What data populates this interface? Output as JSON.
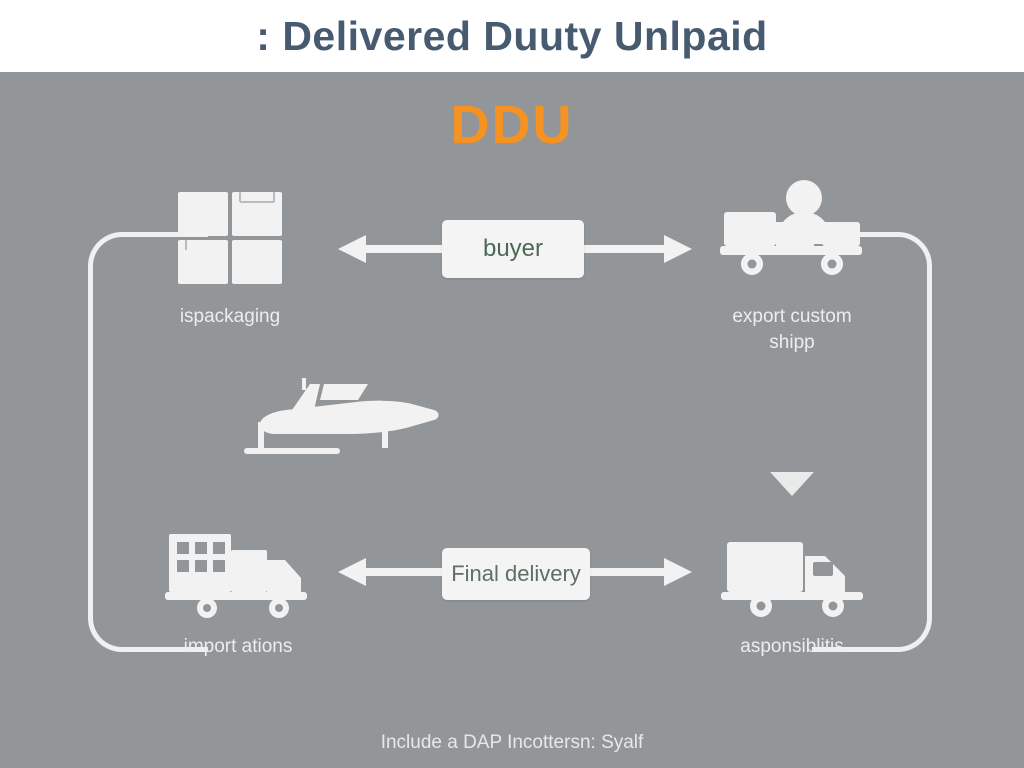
{
  "header": {
    "title": ": Delivered Duuty Unlpaid"
  },
  "diagram": {
    "acronym": "DDU",
    "footer_note": "Include a DAP Incottersn: Syalf",
    "colors": {
      "canvas": "#939699",
      "accent": "#f59222",
      "title": "#465a70",
      "icon": "#f2f2f2",
      "chip_bg": "#f4f4f4"
    },
    "nodes": [
      {
        "id": "packaging",
        "icon": "boxes-icon",
        "caption": "ispackaging"
      },
      {
        "id": "export",
        "icon": "truck-person-icon",
        "caption": "export custom\nshipp",
        "caption_line1": "export custom",
        "caption_line2": "shipp"
      },
      {
        "id": "import",
        "icon": "delivery-truck-building-icon",
        "caption": "import ations"
      },
      {
        "id": "responsibilities",
        "icon": "truck-icon",
        "caption": "asponsiblitis"
      }
    ],
    "chips": [
      {
        "id": "buyer",
        "label": "buyer"
      },
      {
        "id": "final-delivery",
        "label": "Final delivery"
      }
    ],
    "center_icon": {
      "id": "airplane",
      "name": "airplane-icon"
    }
  }
}
